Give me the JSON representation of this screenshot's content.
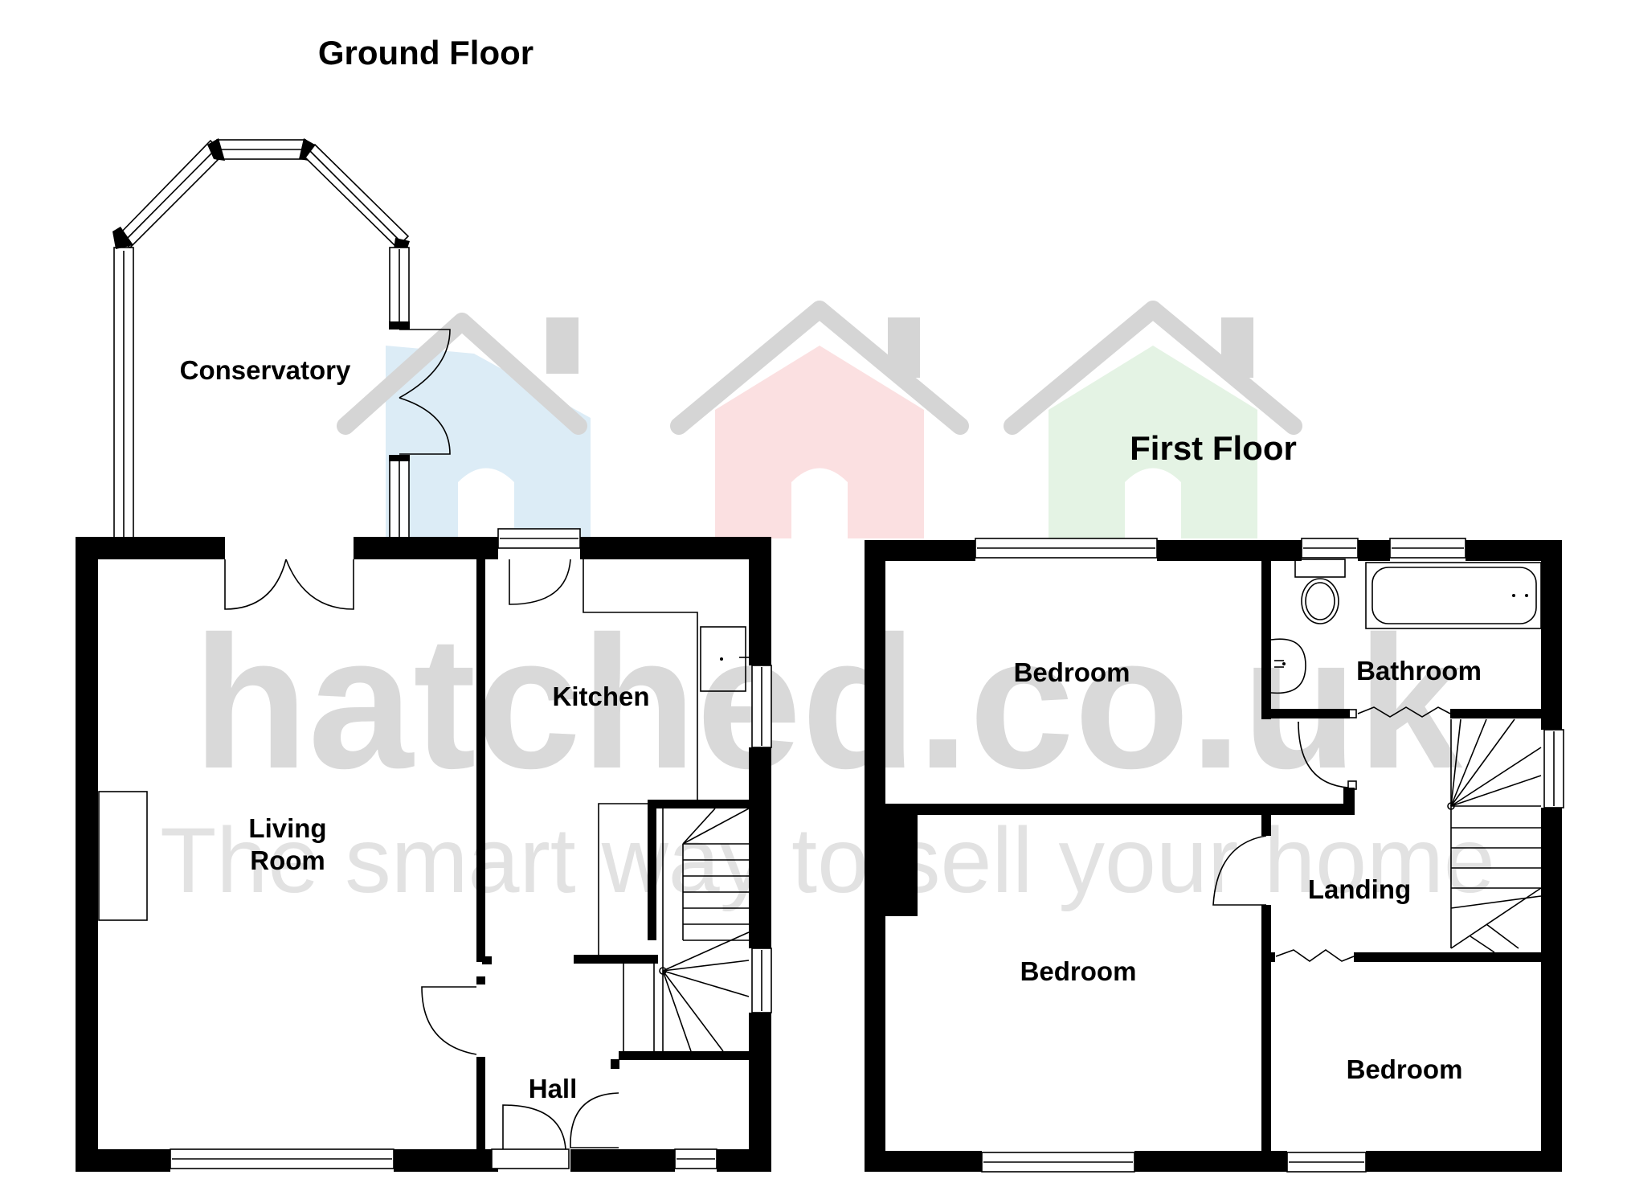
{
  "floors": {
    "ground": {
      "title": "Ground Floor",
      "rooms": {
        "conservatory": "Conservatory",
        "living_line1": "Living",
        "living_line2": "Room",
        "kitchen": "Kitchen",
        "hall": "Hall"
      }
    },
    "first": {
      "title": "First Floor",
      "rooms": {
        "bedroom_top": "Bedroom",
        "bathroom": "Bathroom",
        "landing": "Landing",
        "bedroom_middle": "Bedroom",
        "bedroom_bottom": "Bedroom"
      }
    }
  },
  "watermark": {
    "brand": "hatched.co.uk",
    "tagline": "The smart way to sell your home",
    "house_colors": [
      "#dcecf6",
      "#fbe0e1",
      "#e4f3e4"
    ],
    "roof_color": "#d5d5d5"
  }
}
